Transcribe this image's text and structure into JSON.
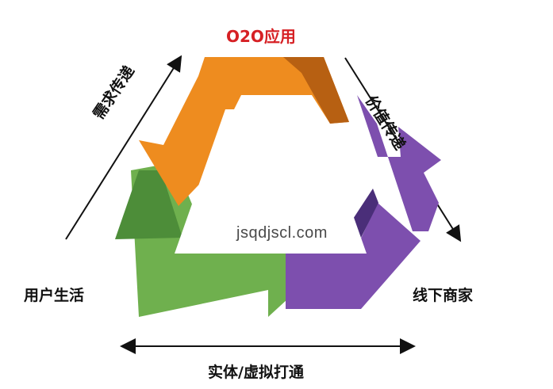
{
  "title": "O2O应用",
  "nodes": {
    "left": "用户生活",
    "right": "线下商家"
  },
  "edges": {
    "left": "需求传递",
    "right": "价值传递",
    "bottom": "实体/虚拟打通"
  },
  "watermark": "jsqdjscl.com",
  "colors": {
    "title": "#d62024",
    "orange": "#ee8c1f",
    "purple": "#7d4fae",
    "green": "#6fb04e",
    "text": "#111111",
    "watermark": "#4a4a4a"
  }
}
